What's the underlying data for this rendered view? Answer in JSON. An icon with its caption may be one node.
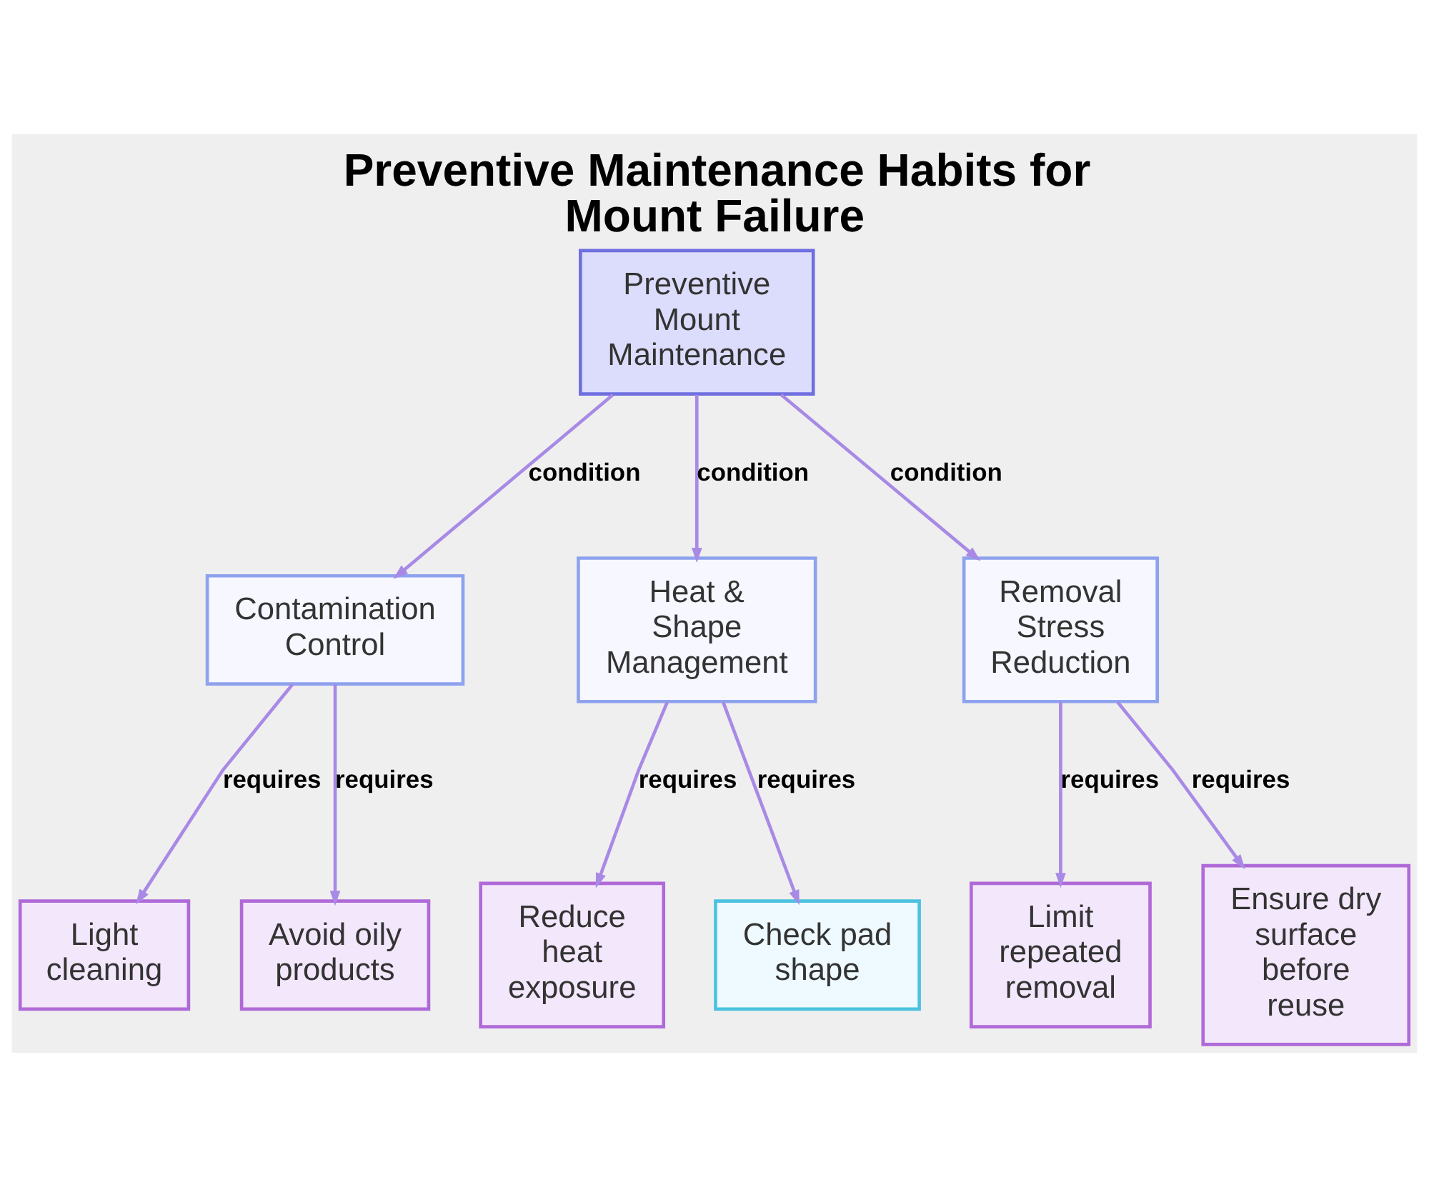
{
  "diagram": {
    "title": "Preventive Maintenance Habits for Mount Failure",
    "nodes": [
      {
        "text": [
          "Preventive Mount Maintenance"
        ]
      },
      {
        "text": [
          "Contamination Control"
        ]
      },
      {
        "text": [
          "Heat & Shape Management"
        ]
      },
      {
        "text": [
          "Removal Stress Reduction"
        ]
      },
      {
        "text": [
          "Light cleaning"
        ]
      },
      {
        "text": [
          "Avoid oily products"
        ]
      },
      {
        "text": [
          "Reduce heat exposure"
        ]
      },
      {
        "text": [
          "Check pad shape"
        ]
      },
      {
        "text": [
          "Limit repeated removal"
        ]
      },
      {
        "text": [
          "Ensure dry surface before reuse"
        ]
      }
    ],
    "edges": [
      {
        "from": 0,
        "to": 1,
        "arrow": "to",
        "label": "condition"
      },
      {
        "from": 0,
        "to": 2,
        "arrow": "to",
        "label": "condition"
      },
      {
        "from": 0,
        "to": 3,
        "arrow": "to",
        "label": "condition"
      },
      {
        "from": 1,
        "to": 4,
        "arrow": "to",
        "label": "requires"
      },
      {
        "from": 1,
        "to": 5,
        "arrow": "to",
        "label": "requires"
      },
      {
        "from": 2,
        "to": 6,
        "arrow": "to",
        "label": "requires"
      },
      {
        "from": 2,
        "to": 7,
        "arrow": "to",
        "label": "requires"
      },
      {
        "from": 3,
        "to": 8,
        "arrow": "to",
        "label": "requires"
      },
      {
        "from": 3,
        "to": 9,
        "arrow": "to",
        "label": "requires"
      }
    ]
  }
}
